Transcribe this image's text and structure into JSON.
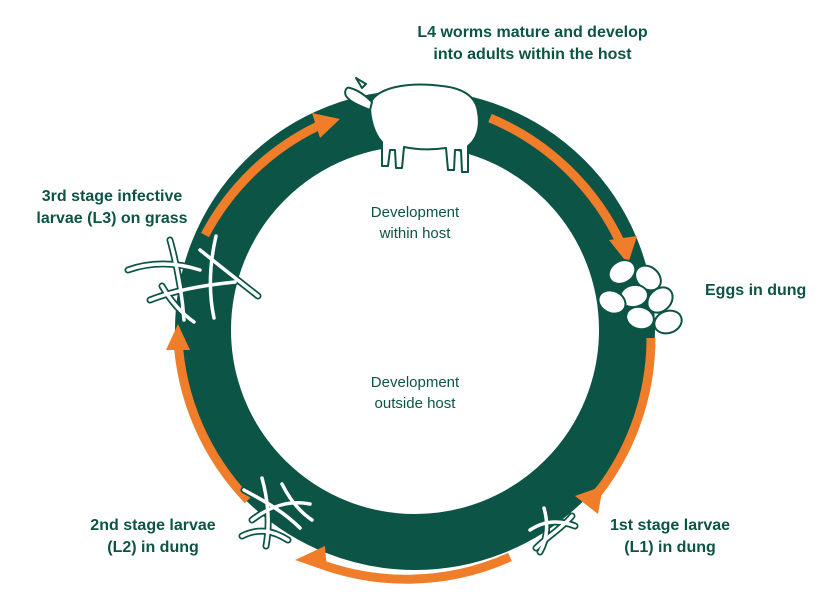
{
  "colors": {
    "ring": "#0c5445",
    "arrow": "#f07d2a",
    "text": "#0c5445",
    "background": "#ffffff"
  },
  "stages": {
    "adults": {
      "line1": "L4 worms mature and develop",
      "line2": "into adults within the host",
      "icon": "sheep-icon"
    },
    "eggs": {
      "line1": "Eggs in dung",
      "icon": "eggs-icon"
    },
    "l1": {
      "line1": "1st stage larvae",
      "line2": "(L1) in dung",
      "icon": "larvae-icon"
    },
    "l2": {
      "line1": "2nd stage larvae",
      "line2": "(L2) in dung",
      "icon": "larvae-icon"
    },
    "l3": {
      "line1": "3rd stage infective",
      "line2": "larvae (L3) on grass",
      "icon": "larvae-on-grass-icon"
    }
  },
  "phases": {
    "within": {
      "line1": "Development",
      "line2": "within host"
    },
    "outside": {
      "line1": "Development",
      "line2": "outside host"
    }
  }
}
